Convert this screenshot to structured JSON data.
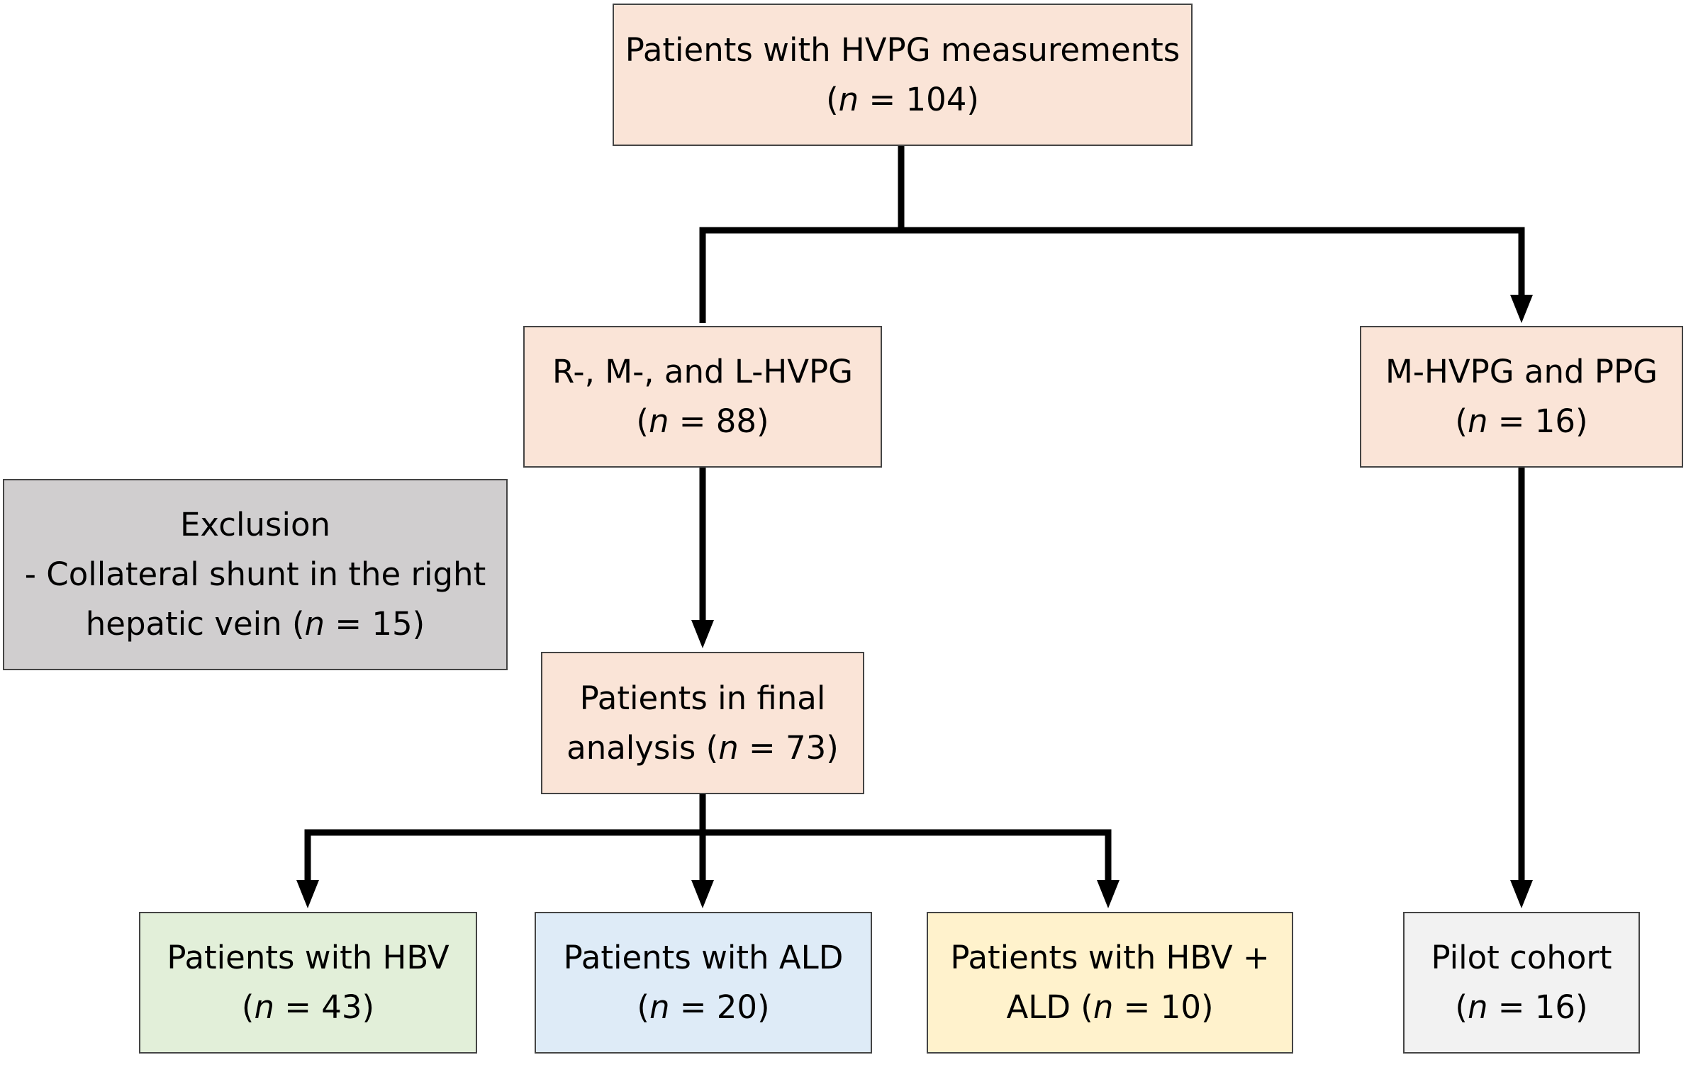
{
  "colors": {
    "primary_fill": "#fae4d7",
    "exclusion_fill": "#d0cecf",
    "hbv_fill": "#e2efd9",
    "ald_fill": "#deebf7",
    "hbv_ald_fill": "#fff2cc",
    "pilot_fill": "#f2f2f2",
    "border": "#444444",
    "arrow": "#000000"
  },
  "nodes": {
    "all_patients": {
      "line1": "Patients with HVPG measurements",
      "n_open": "(",
      "n_symbol": "n",
      "n_value": " = 104)"
    },
    "rml_hvpg": {
      "line1": "R-, M-, and L-HVPG",
      "n_open": "(",
      "n_symbol": "n",
      "n_value": " = 88)"
    },
    "mhvpg_ppg": {
      "line1": "M-HVPG and PPG",
      "n_open": "(",
      "n_symbol": "n",
      "n_value": " = 16)"
    },
    "exclusion": {
      "title": "Exclusion",
      "line2": "- Collateral shunt in the right",
      "line3_prefix": "hepatic vein (",
      "n_symbol": "n",
      "n_value": " = 15)"
    },
    "final_analysis": {
      "line1": "Patients in final",
      "line2_prefix": "analysis (",
      "n_symbol": "n",
      "n_value": " = 73)"
    },
    "hbv": {
      "line1": "Patients with HBV",
      "n_open": "(",
      "n_symbol": "n",
      "n_value": " = 43)"
    },
    "ald": {
      "line1": "Patients with ALD",
      "n_open": "(",
      "n_symbol": "n",
      "n_value": " = 20)"
    },
    "hbv_ald": {
      "line1": "Patients with HBV +",
      "line2_prefix": "ALD (",
      "n_symbol": "n",
      "n_value": " = 10)"
    },
    "pilot": {
      "line1": "Pilot cohort",
      "n_open": "(",
      "n_symbol": "n",
      "n_value": " = 16)"
    }
  }
}
